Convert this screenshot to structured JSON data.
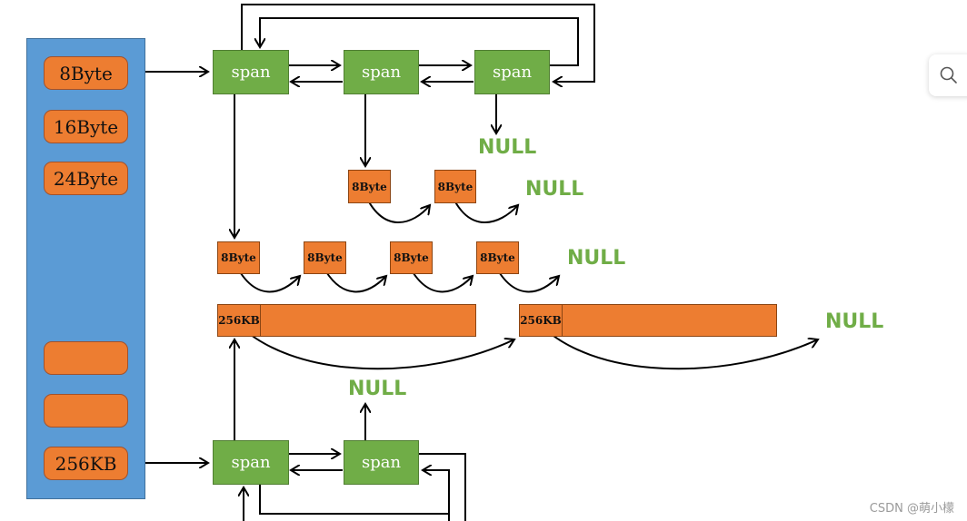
{
  "buckets": [
    "8Byte",
    "16Byte",
    "24Byte",
    "",
    "",
    "256KB"
  ],
  "span_label": "span",
  "object_label": "8Byte",
  "big_object_label": "256KB",
  "null_label": "NULL",
  "watermark": "CSDN @萌小檬",
  "icons": {
    "search": "search-icon"
  },
  "colors": {
    "sidebar": "#5b9bd5",
    "bucket": "#ed7d31",
    "span": "#70ad47",
    "null_text": "#70ad47"
  }
}
